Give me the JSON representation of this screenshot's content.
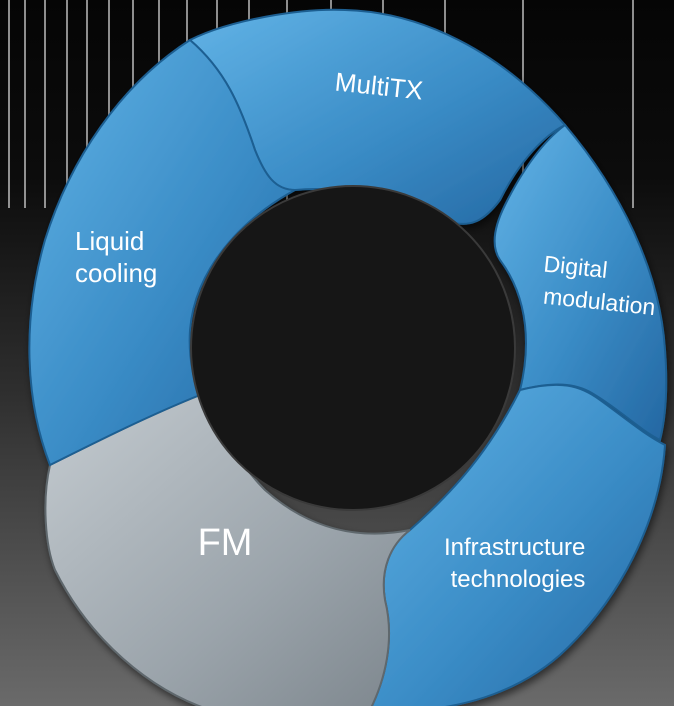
{
  "segments": [
    {
      "id": "multitx",
      "label_lines": [
        "MultiTX"
      ],
      "color": "#3f93c9"
    },
    {
      "id": "digital-modulation",
      "label_lines": [
        "Digital",
        "modulation"
      ],
      "color": "#3a8cc4"
    },
    {
      "id": "infrastructure-technologies",
      "label_lines": [
        "Infrastructure",
        "technologies"
      ],
      "color": "#3a89c0"
    },
    {
      "id": "fm",
      "label_lines": [
        "FM"
      ],
      "color": "#9aa3aa"
    },
    {
      "id": "liquid-cooling",
      "label_lines": [
        "Liquid",
        "cooling"
      ],
      "color": "#3f94cb"
    }
  ],
  "colors": {
    "background_top": "#050505",
    "background_bottom": "#6a6a6a",
    "stripe": "#ffffff"
  }
}
